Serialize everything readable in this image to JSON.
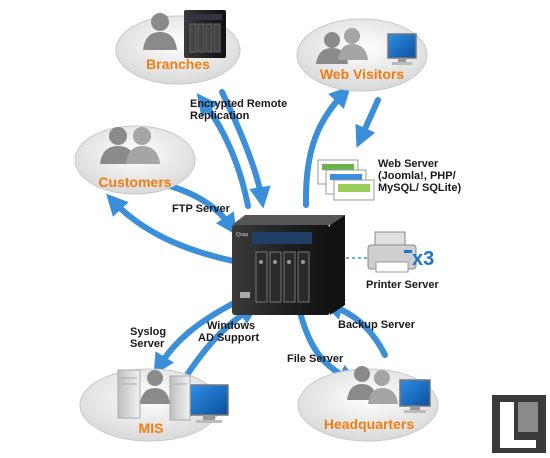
{
  "nodes": {
    "branches": "Branches",
    "web_visitors": "Web Visitors",
    "customers": "Customers",
    "mis": "MIS",
    "headquarters": "Headquarters"
  },
  "labels": {
    "encrypted_replication": [
      "Encrypted Remote",
      "Replication"
    ],
    "ftp_server": "FTP Server",
    "web_server": [
      "Web Server",
      "(Joomla!, PHP/",
      "MySQL/ SQLite)"
    ],
    "printer_server": "Printer Server",
    "printer_count": "x3",
    "syslog_server": [
      "Syslog",
      "Server"
    ],
    "windows_ad": [
      "Windows",
      "AD Support"
    ],
    "file_server": "File Server",
    "backup_server": "Backup Server"
  },
  "nas_brand": "Qnap",
  "colors": {
    "node_text": "#f07d10",
    "arrow": "#3a8fd8",
    "cloud": "#e6e6e6",
    "printer_accent": "#1e72c8"
  }
}
